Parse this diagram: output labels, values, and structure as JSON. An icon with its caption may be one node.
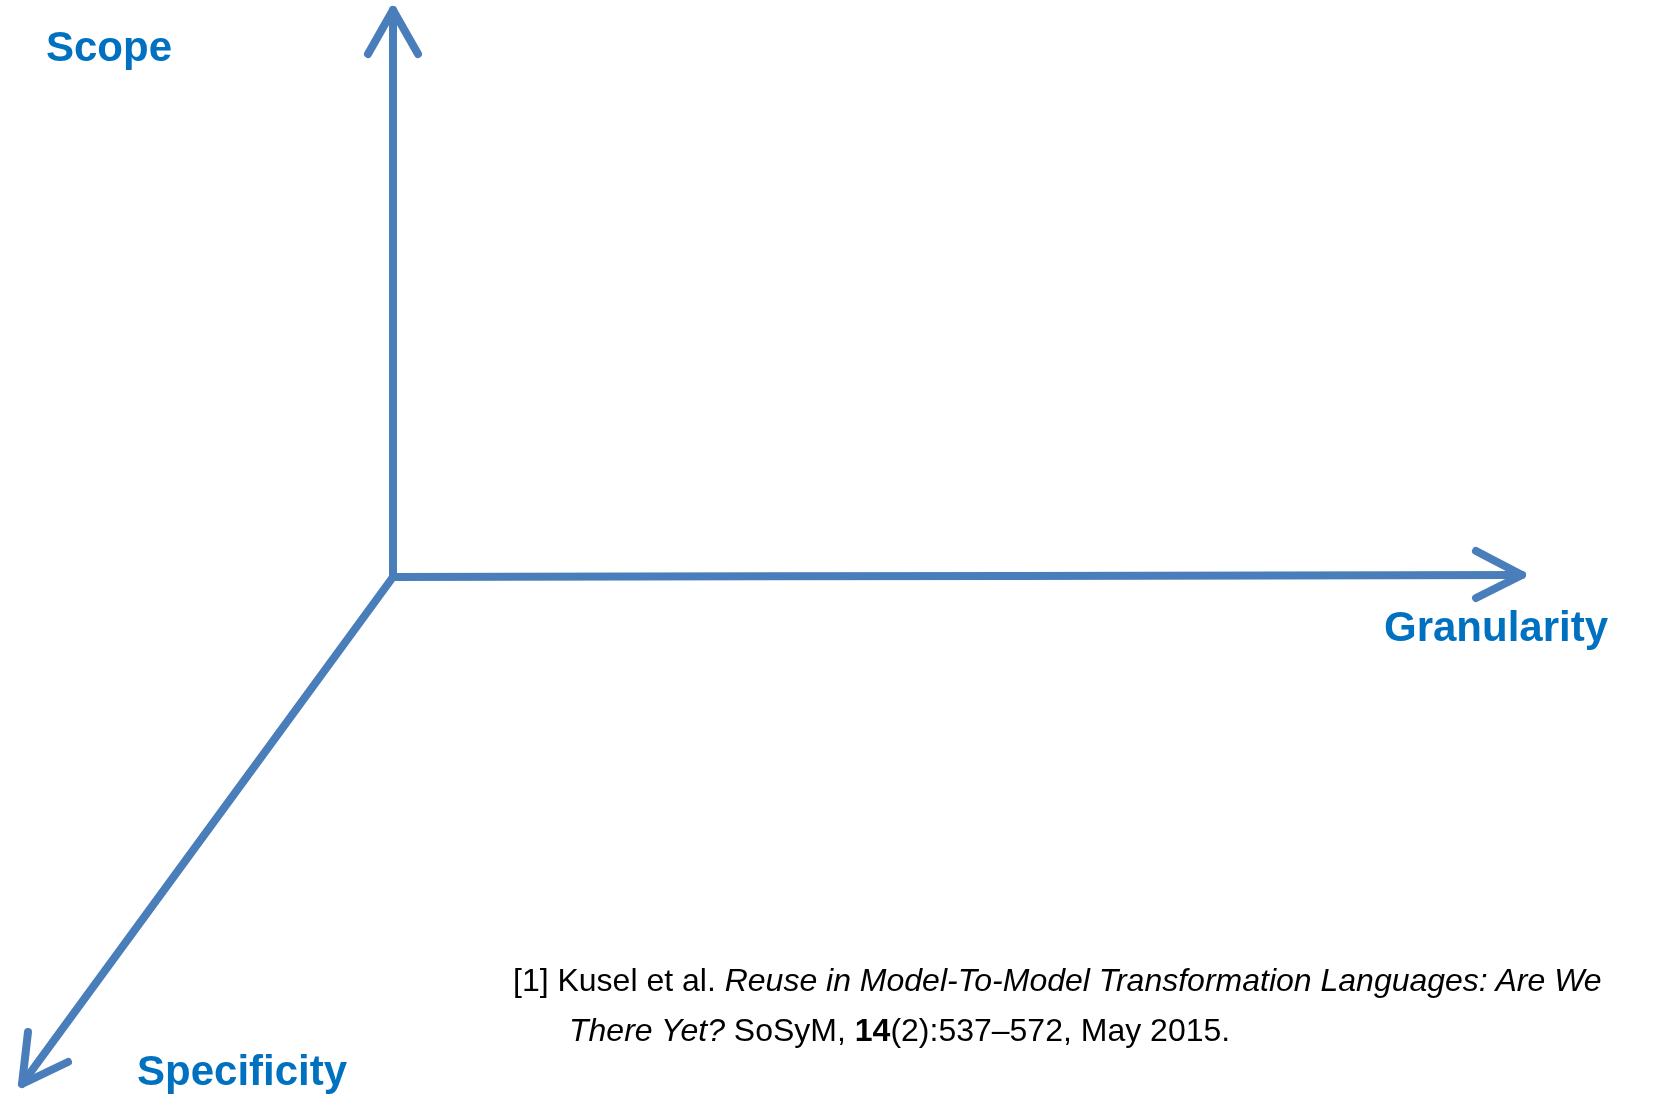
{
  "diagram": {
    "labels": [
      "Scope",
      "Granularity",
      "Specificity",
      "[1] Kusel et al.  *Reuse in Model-To-Model Transformation Languages: Are We There Yet?* SoSyM, **14**(2):537–572, May 2015."
    ]
  }
}
